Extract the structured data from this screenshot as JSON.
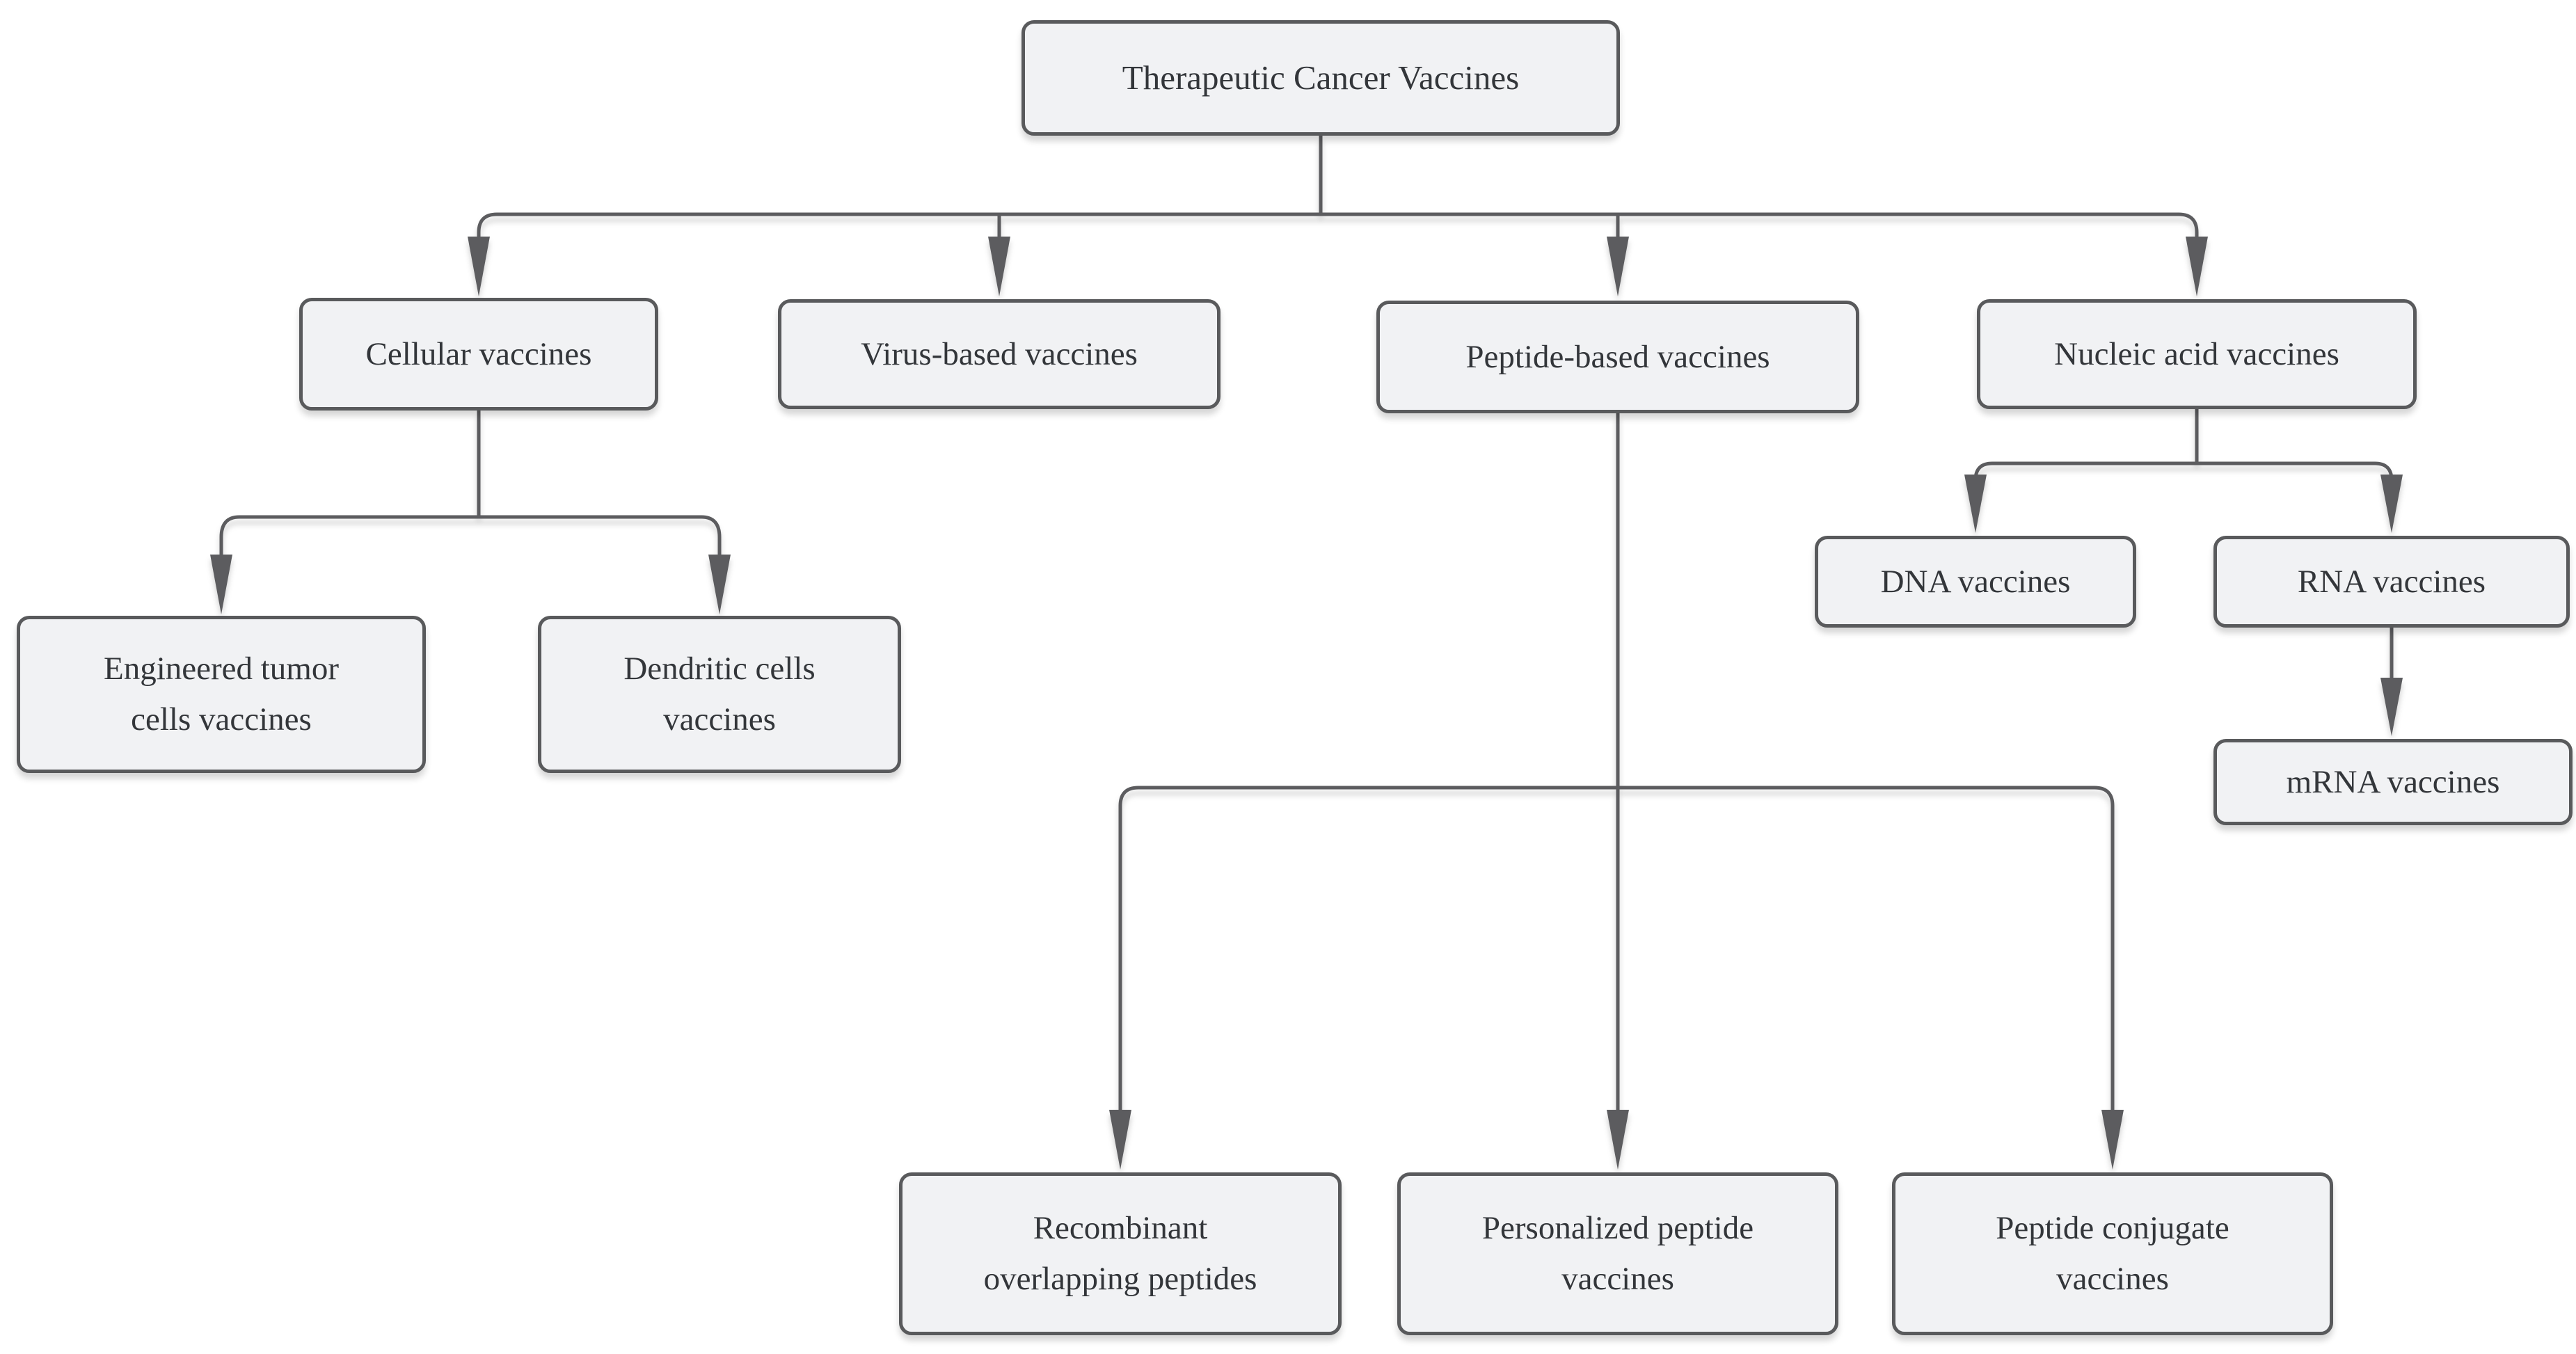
{
  "diagram": {
    "type": "tree-flowchart",
    "title": "Therapeutic Cancer Vaccines",
    "colors": {
      "background": "#ffffff",
      "node_fill": "#f1f2f4",
      "node_border": "#595a5c",
      "connector": "#5b5c5e",
      "text": "#33363a"
    },
    "nodes": {
      "root": {
        "label": "Therapeutic Cancer Vaccines"
      },
      "cellular": {
        "label": "Cellular vaccines"
      },
      "virus": {
        "label": "Virus-based vaccines"
      },
      "peptide": {
        "label": "Peptide-based vaccines"
      },
      "nucleic": {
        "label": "Nucleic acid vaccines"
      },
      "engineered": {
        "label": "Engineered tumor cells vaccines"
      },
      "dendritic": {
        "label": "Dendritic cells vaccines"
      },
      "dna": {
        "label": "DNA vaccines"
      },
      "rna": {
        "label": "RNA vaccines"
      },
      "mrna": {
        "label": "mRNA vaccines"
      },
      "recombinant": {
        "label": "Recombinant overlapping peptides"
      },
      "personalized": {
        "label": "Personalized peptide vaccines"
      },
      "conjugate": {
        "label": "Peptide conjugate vaccines"
      }
    },
    "edges": [
      {
        "from": "root",
        "to": "cellular"
      },
      {
        "from": "root",
        "to": "virus"
      },
      {
        "from": "root",
        "to": "peptide"
      },
      {
        "from": "root",
        "to": "nucleic"
      },
      {
        "from": "cellular",
        "to": "engineered"
      },
      {
        "from": "cellular",
        "to": "dendritic"
      },
      {
        "from": "nucleic",
        "to": "dna"
      },
      {
        "from": "nucleic",
        "to": "rna"
      },
      {
        "from": "rna",
        "to": "mrna"
      },
      {
        "from": "peptide",
        "to": "recombinant"
      },
      {
        "from": "peptide",
        "to": "personalized"
      },
      {
        "from": "peptide",
        "to": "conjugate"
      }
    ]
  }
}
